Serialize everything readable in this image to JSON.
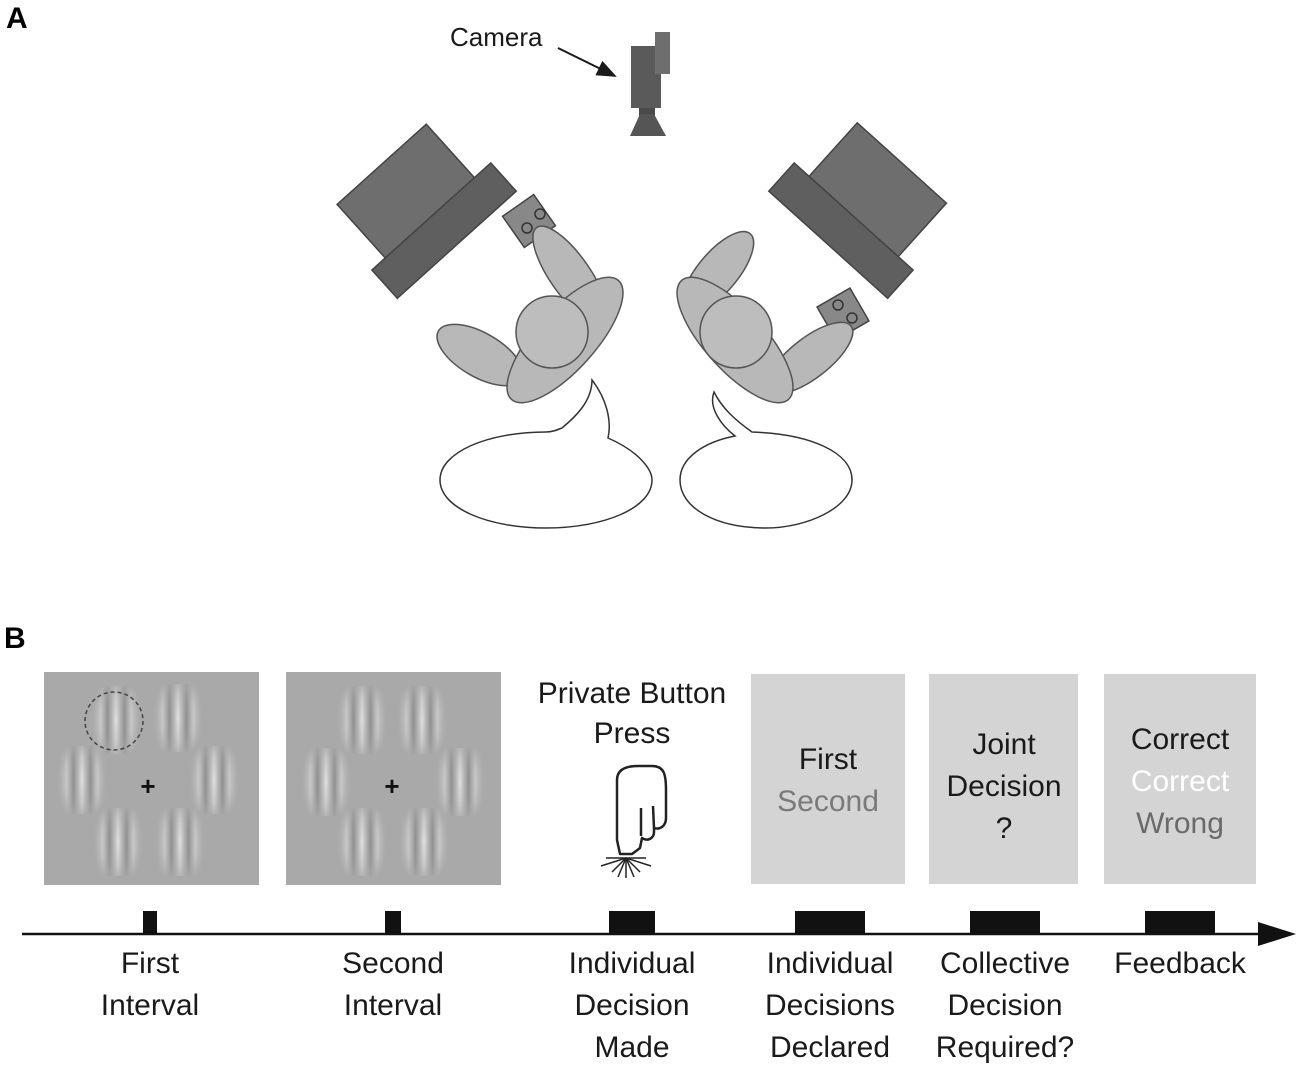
{
  "panel_a": {
    "letter": "A",
    "camera_label": "Camera"
  },
  "panel_b": {
    "letter": "B",
    "button_press_label": [
      "Private Button",
      "Press"
    ],
    "screen_first_second": {
      "line1": "First",
      "line2": "Second"
    },
    "screen_joint": {
      "line1": "Joint",
      "line2": "Decision",
      "line3": "?"
    },
    "screen_feedback": {
      "line1": "Correct",
      "line2": "Correct",
      "line3": "Wrong"
    },
    "timeline_labels": [
      [
        "First",
        "Interval"
      ],
      [
        "Second",
        "Interval"
      ],
      [
        "Individual",
        "Decision",
        "Made"
      ],
      [
        "Individual",
        "Decisions",
        "Declared"
      ],
      [
        "Collective",
        "Decision",
        "Required?"
      ],
      [
        "Feedback"
      ]
    ]
  },
  "colors": {
    "monitor": "#6e6e6e",
    "monitor_dark": "#5a5a5a",
    "body_gray": "#b8b8b8",
    "stimulus_bg": "#a9a9a9",
    "screen_bg": "#d4d4d4",
    "text_gray": "#7a7a7a"
  }
}
